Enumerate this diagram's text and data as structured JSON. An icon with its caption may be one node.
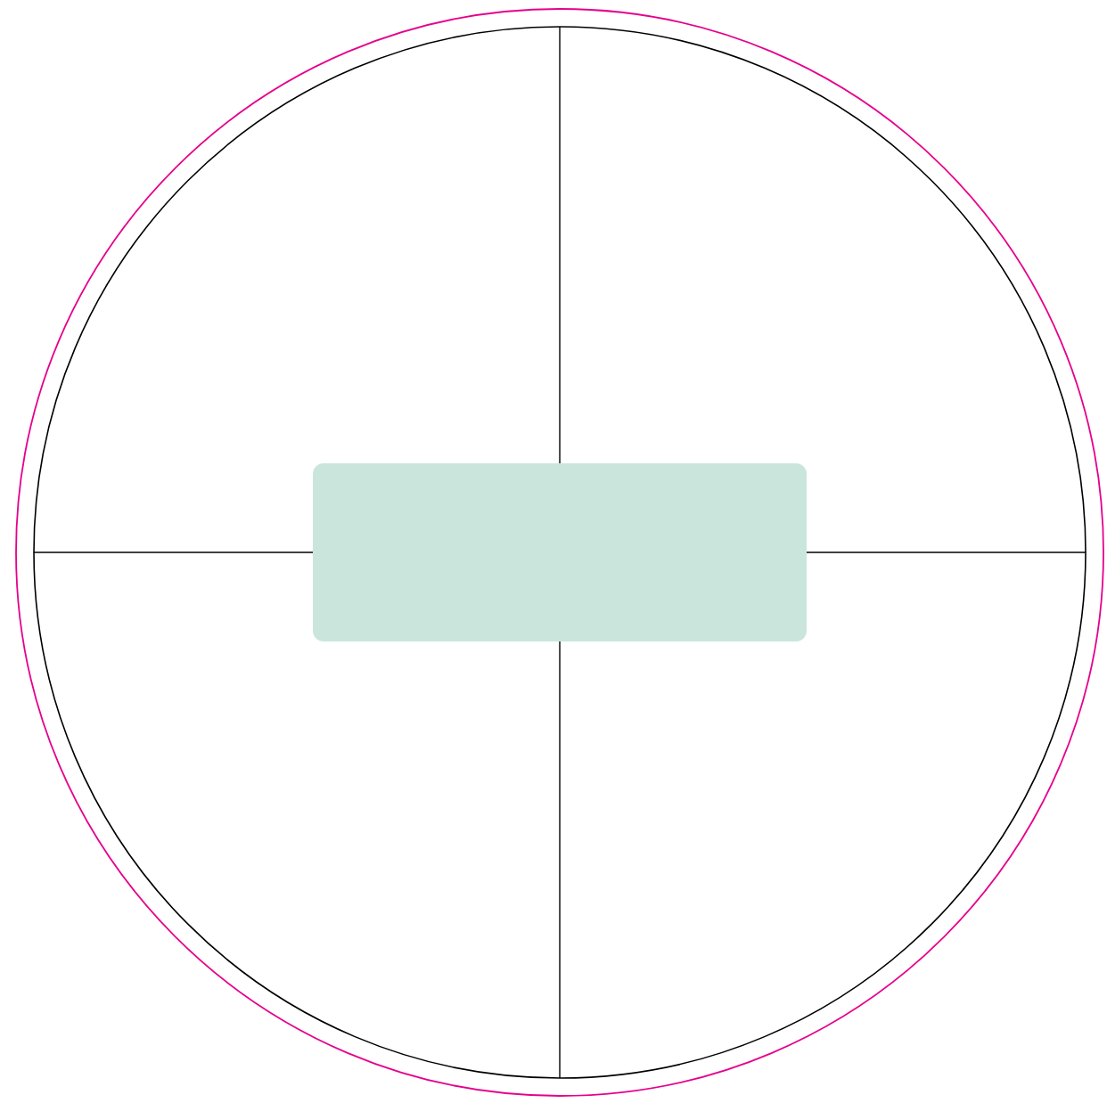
{
  "diagram": {
    "nodes": [
      {
        "text": [],
        "shape": "circle"
      },
      {
        "text": [],
        "shape": "box",
        "in": 0
      }
    ],
    "edges": [
      {
        "from": 1,
        "to": 0,
        "arrow": "none"
      },
      {
        "from": 1,
        "to": 0,
        "arrow": "none"
      },
      {
        "from": 1,
        "to": 0,
        "arrow": "none"
      },
      {
        "from": 1,
        "to": 0,
        "arrow": "none"
      }
    ]
  }
}
